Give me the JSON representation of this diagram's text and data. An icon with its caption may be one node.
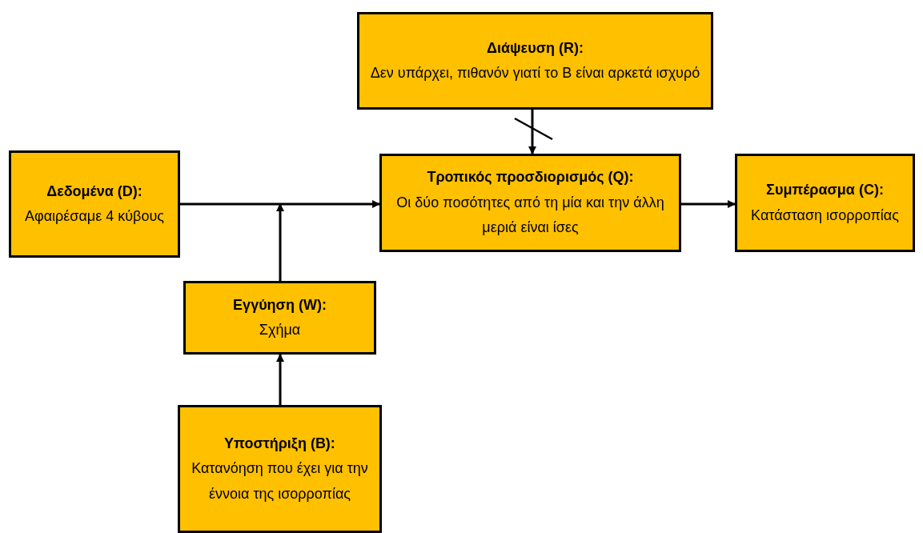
{
  "diagram": {
    "nodes": [
      {
        "text": [
          "Διάψευση (R):",
          "Δεν υπάρχει, πιθανόν γιατί το B είναι αρκετά ισχυρό"
        ]
      },
      {
        "text": [
          "Δεδομένα (D):",
          "Αφαιρέσαμε 4 κύβους"
        ]
      },
      {
        "text": [
          "Τροπικός προσδιορισμός (Q):",
          "Οι δύο ποσότητες από τη μία και την άλλη μεριά είναι ίσες"
        ]
      },
      {
        "text": [
          "Συμπέρασμα (C):",
          "Κατάσταση ισορροπίας"
        ]
      },
      {
        "text": [
          "Εγγύηση (W):",
          "Σχήμα"
        ]
      },
      {
        "text": [
          "Υποστήριξη (B):",
          "Κατανόηση που έχει για την έννοια της ισορροπίας"
        ]
      }
    ],
    "edges": [
      {
        "from": 0,
        "to": 2,
        "arrow": "to"
      },
      {
        "from": 1,
        "to": 2,
        "arrow": "to"
      },
      {
        "from": 4,
        "to": null,
        "arrow": "to"
      },
      {
        "from": 2,
        "to": 3,
        "arrow": "to"
      },
      {
        "from": 5,
        "to": 4,
        "arrow": "to"
      }
    ]
  }
}
